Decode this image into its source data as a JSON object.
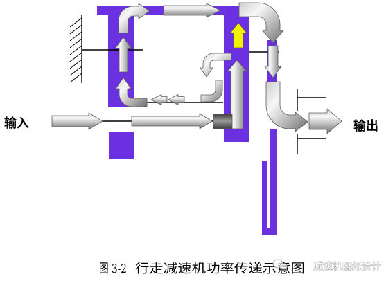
{
  "labels": {
    "input": "输入",
    "output": "输出"
  },
  "caption": {
    "figure_number": "图 3-2",
    "title": "行走减速机功率传递示意图"
  },
  "watermark": {
    "text": "减速机图纸设计",
    "icon": "watermark-logo-icon"
  },
  "colors": {
    "frame": "#6b30e0",
    "line": "#000000",
    "arrow_light": "#f7f7f7",
    "arrow_mid": "#cfcfcf",
    "arrow_dark": "#6f6f6f",
    "arrow_edge": "#5c5c5c",
    "highlight": "#f2f200",
    "elbow_dark": "#3f3f3f",
    "elbow_mid": "#9a9a9a"
  }
}
